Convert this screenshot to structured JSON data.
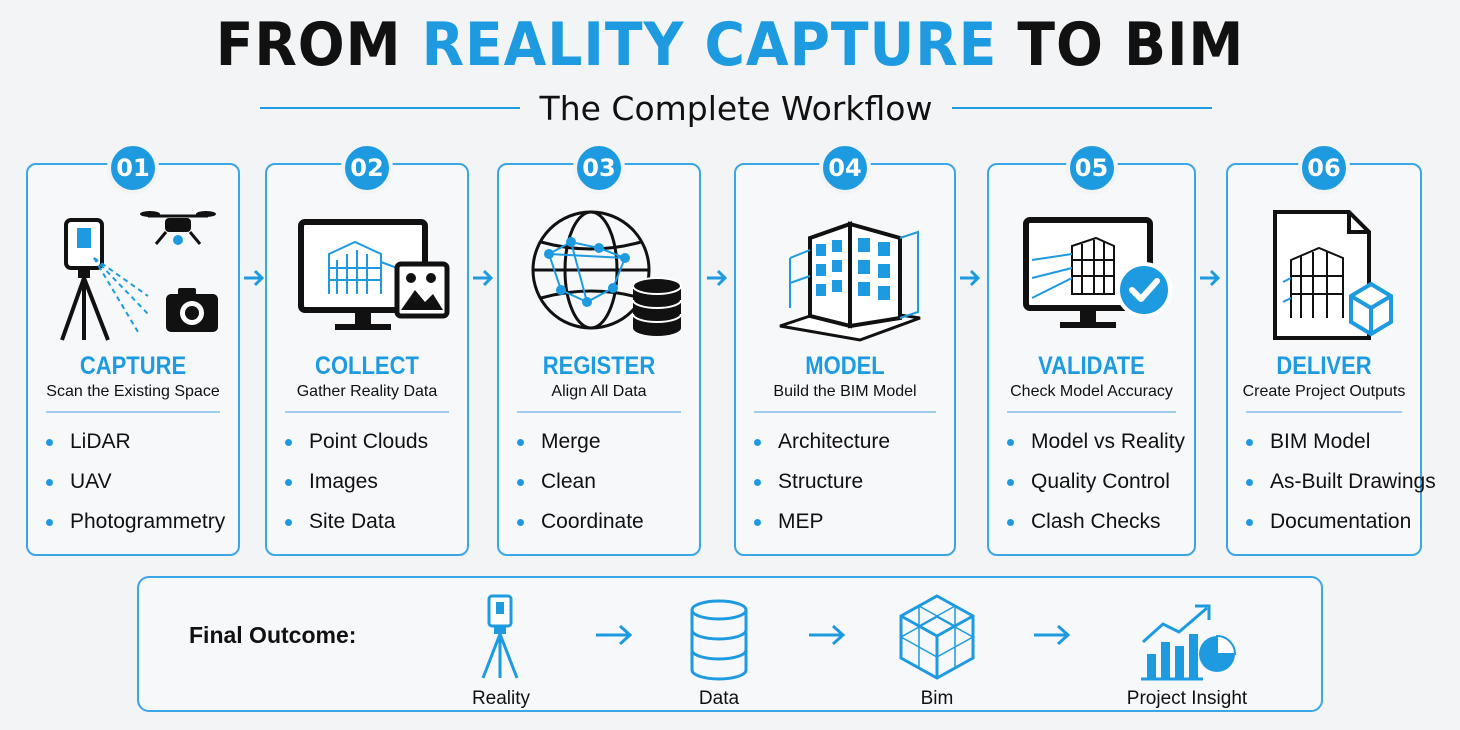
{
  "header": {
    "title_part1": "FROM ",
    "title_accent": "REALITY CAPTURE",
    "title_part2": " TO BIM",
    "subtitle": "The Complete Workflow"
  },
  "steps": [
    {
      "number": "01",
      "title": "CAPTURE",
      "description": "Scan the Existing Space",
      "items": [
        "LiDAR",
        "UAV",
        "Photogrammetry"
      ],
      "icon": "laser-scanner-drone-camera-icon"
    },
    {
      "number": "02",
      "title": "COLLECT",
      "description": "Gather Reality Data",
      "items": [
        "Point Clouds",
        "Images",
        "Site Data"
      ],
      "icon": "monitor-pointcloud-image-icon"
    },
    {
      "number": "03",
      "title": "REGISTER",
      "description": "Align All Data",
      "items": [
        "Merge",
        "Clean",
        "Coordinate"
      ],
      "icon": "globe-network-database-icon"
    },
    {
      "number": "04",
      "title": "MODEL",
      "description": "Build the BIM Model",
      "items": [
        "Architecture",
        "Structure",
        "MEP"
      ],
      "icon": "building-model-icon"
    },
    {
      "number": "05",
      "title": "VALIDATE",
      "description": "Check Model Accuracy",
      "items": [
        "Model vs Reality",
        "Quality Control",
        "Clash Checks"
      ],
      "icon": "monitor-check-icon"
    },
    {
      "number": "06",
      "title": "DELIVER",
      "description": "Create Project Outputs",
      "items": [
        "BIM Model",
        "As-Built Drawings",
        "Documentation"
      ],
      "icon": "document-cube-icon"
    }
  ],
  "outcome": {
    "label": "Final Outcome:",
    "nodes": [
      {
        "label": "Reality",
        "icon": "scanner-tripod-icon"
      },
      {
        "label": "Data",
        "icon": "database-icon"
      },
      {
        "label": "Bim",
        "icon": "wireframe-cube-icon"
      },
      {
        "label": "Project Insight",
        "icon": "growth-chart-icon"
      }
    ]
  },
  "colors": {
    "accent": "#1e9be0",
    "text": "#111111",
    "background": "#f3f4f6"
  }
}
